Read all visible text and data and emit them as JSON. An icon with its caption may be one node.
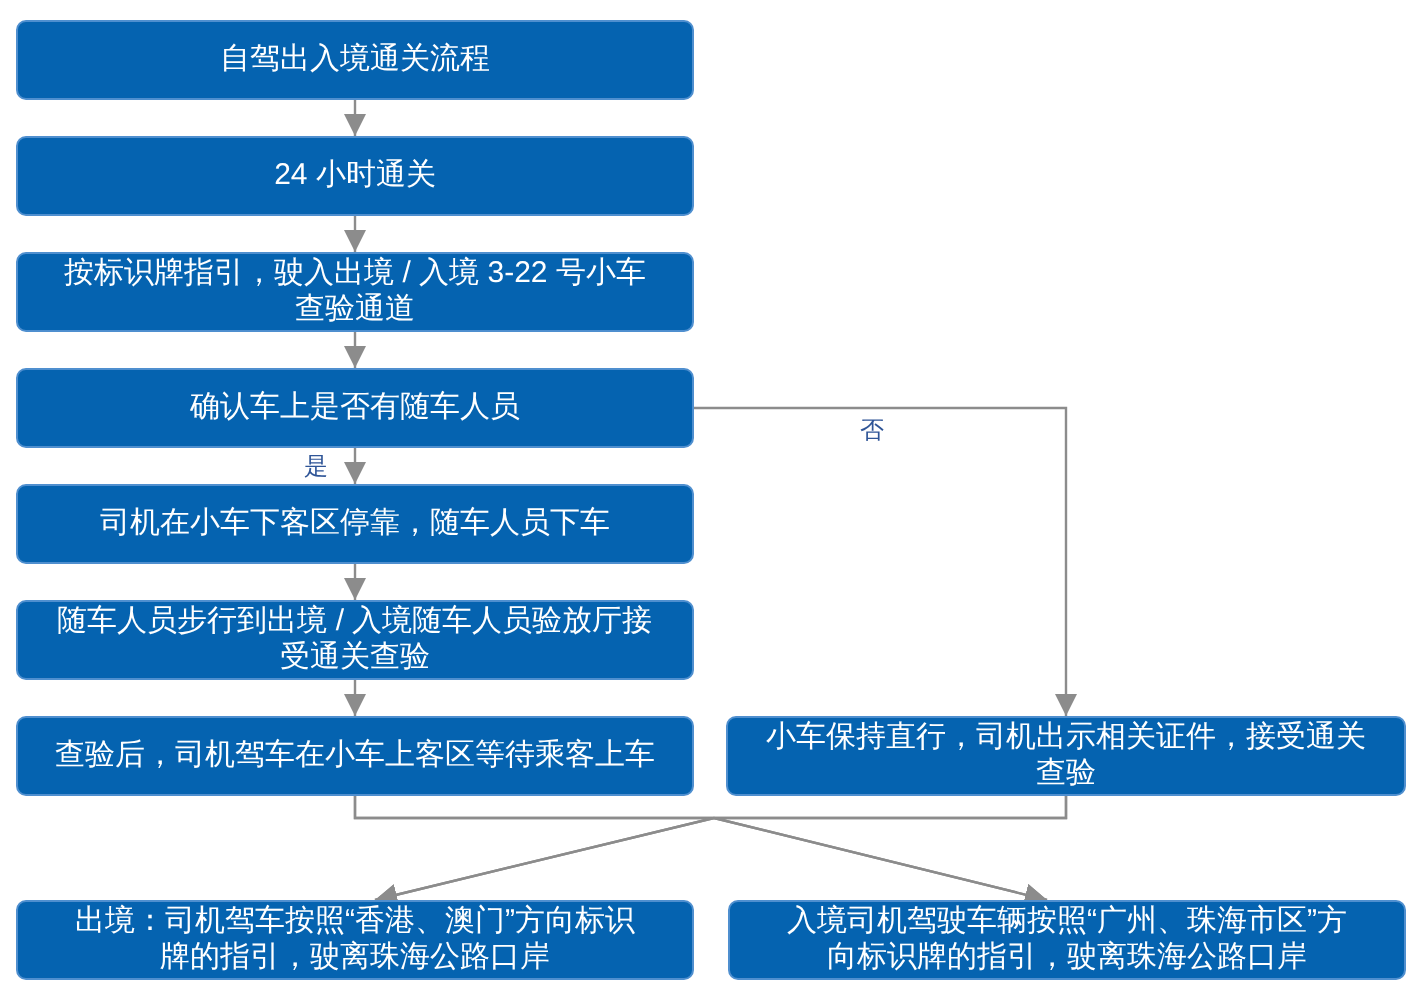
{
  "diagram": {
    "nodes": [
      {
        "text": [
          "自驾出入境通关流程"
        ]
      },
      {
        "text": [
          "24 小时通关"
        ]
      },
      {
        "text": [
          "按标识牌指引，驶入出境 / 入境 3-22 号小车查验通道"
        ]
      },
      {
        "text": [
          "确认车上是否有随车人员"
        ]
      },
      {
        "text": [
          "司机在小车下客区停靠，随车人员下车"
        ]
      },
      {
        "text": [
          "随车人员步行到出境 / 入境随车人员验放厅接受通关查验"
        ]
      },
      {
        "text": [
          "查验后，司机驾车在小车上客区等待乘客上车"
        ]
      },
      {
        "text": [
          "小车保持直行，司机出示相关证件，接受通关查验"
        ]
      },
      {
        "text": [
          "出境：司机驾车按照“香港、澳门”方向标识牌的指引，驶离珠海公路口岸"
        ]
      },
      {
        "text": [
          "入境司机驾驶车辆按照“广州、珠海市区”方向标识牌的指引，驶离珠海公路口岸"
        ]
      }
    ],
    "edges": [
      {
        "from": 0,
        "to": 1,
        "arrow": "to"
      },
      {
        "from": 1,
        "to": 2,
        "arrow": "to"
      },
      {
        "from": 2,
        "to": 3,
        "arrow": "to"
      },
      {
        "from": 3,
        "to": 4,
        "arrow": "to",
        "label": "是"
      },
      {
        "from": 3,
        "to": 7,
        "arrow": "to",
        "label": "否"
      },
      {
        "from": 4,
        "to": 5,
        "arrow": "to"
      },
      {
        "from": 5,
        "to": 6,
        "arrow": "to"
      },
      {
        "from": 6,
        "to": 8,
        "arrow": "to"
      },
      {
        "from": 6,
        "to": 9,
        "arrow": "to"
      },
      {
        "from": 7,
        "to": 8,
        "arrow": "to"
      },
      {
        "from": 7,
        "to": 9,
        "arrow": "to"
      }
    ]
  }
}
